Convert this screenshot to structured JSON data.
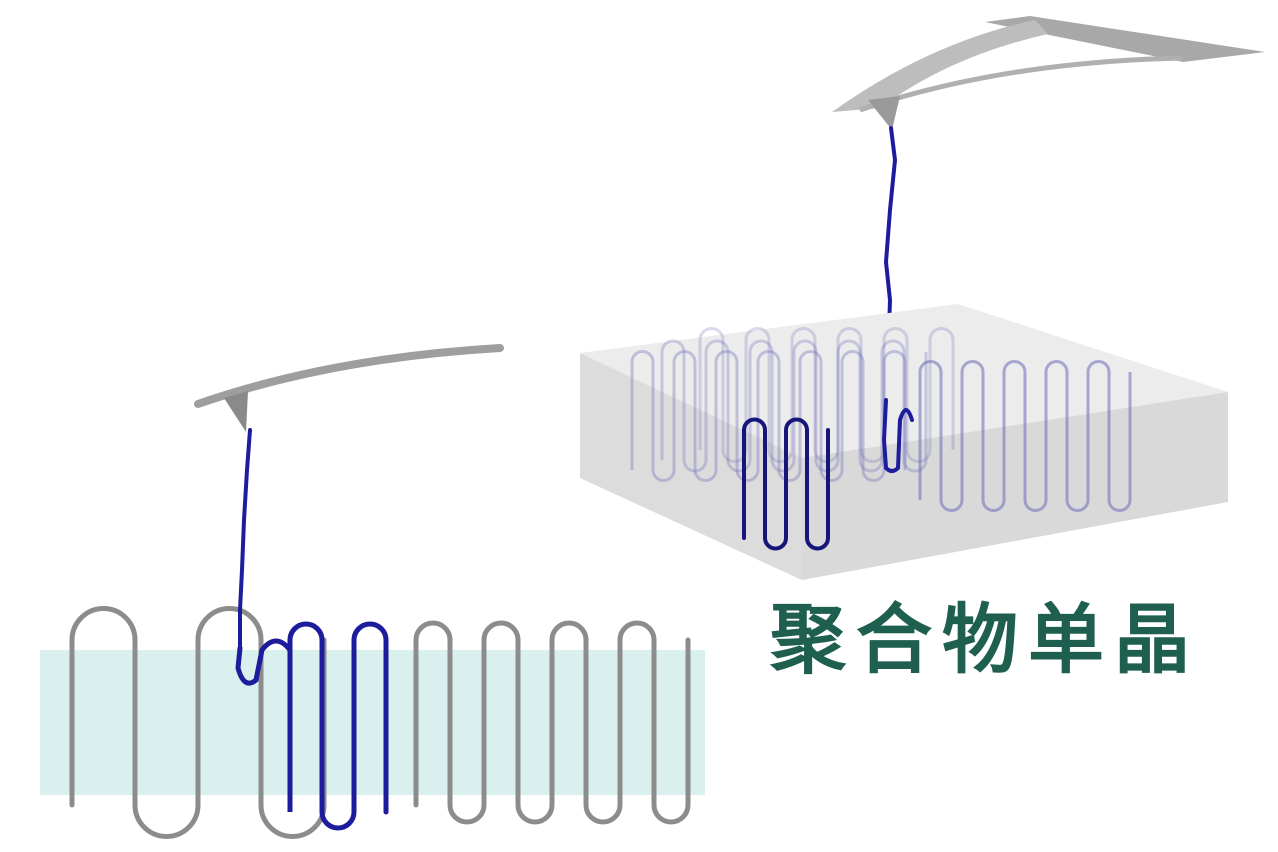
{
  "caption": {
    "text": "聚合物单晶"
  },
  "colors": {
    "pulled_chain": "#1c1c9c",
    "folded_chain": "#8c8c8c",
    "crystal_band": "#daf0ee",
    "tip": "#9e9e9e",
    "crystal_block": "#d9d9d9",
    "block_chain": "#6b6bb8",
    "caption": "#1f5f4f"
  },
  "scene": {
    "left": {
      "label": "single-chain-pulling-from-lamella",
      "icons": [
        "afm-cantilever-icon",
        "afm-tip-icon"
      ]
    },
    "right": {
      "label": "single-chain-pulling-from-crystal-block",
      "icons": [
        "afm-cantilever-icon",
        "afm-tip-icon",
        "polymer-single-crystal-icon"
      ]
    }
  }
}
